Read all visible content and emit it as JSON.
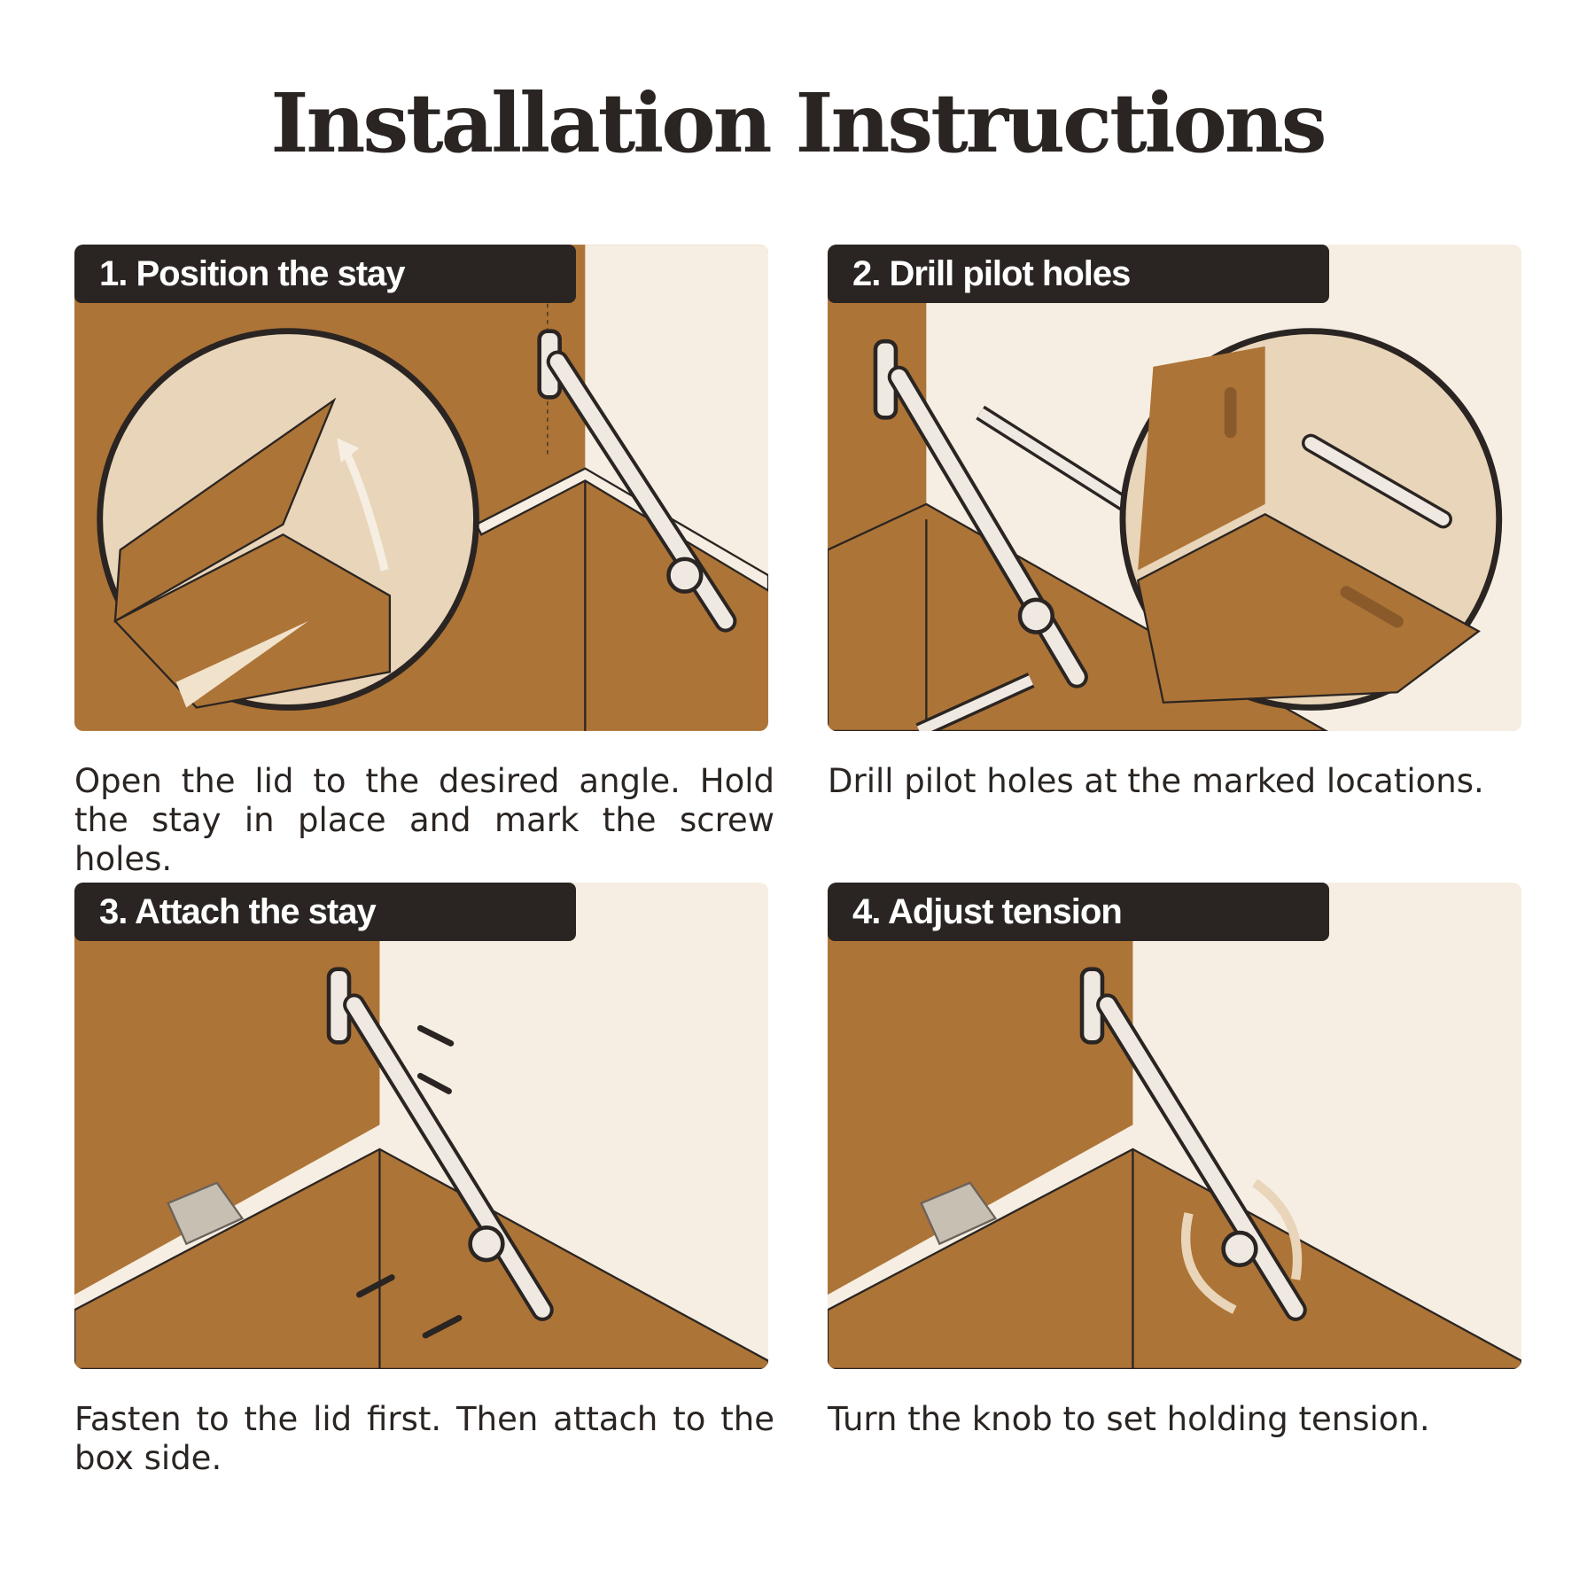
{
  "title": "Installation Instructions",
  "steps": [
    {
      "label": "1. Position the stay",
      "caption": "Open the lid to the desired angle. Hold the stay in place and mark the screw holes."
    },
    {
      "label": "2. Drill pilot holes",
      "caption": "Drill pilot holes at the marked locations."
    },
    {
      "label": "3. Attach the stay",
      "caption": "Fasten to the lid first. Then attach to the box side."
    },
    {
      "label": "4. Adjust tension",
      "caption": "Turn the knob to set holding tension."
    }
  ],
  "colors": {
    "wood": "#ad7437",
    "cream": "#f6eee2",
    "dark": "#2a2522",
    "metal": "#e9e4dc"
  }
}
